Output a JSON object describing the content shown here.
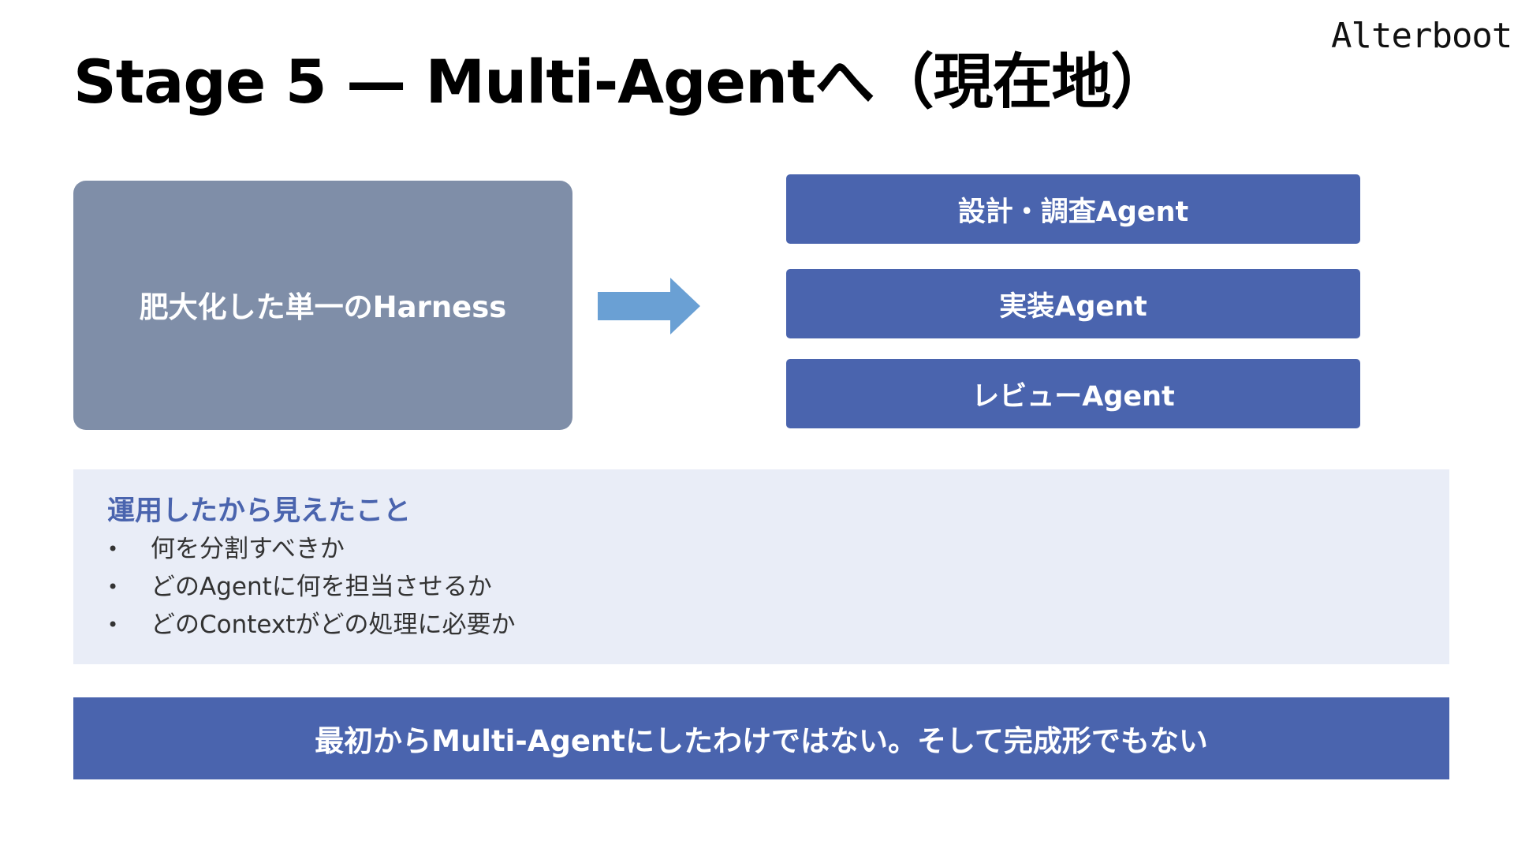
{
  "logo": {
    "text": "Alterbooth",
    "icon": "book-cloud-icon"
  },
  "title": "Stage 5 — Multi-Agentへ（現在地）",
  "left_box": {
    "label": "肥大化した単一のHarness"
  },
  "arrow": {
    "icon": "right-arrow-icon",
    "color": "#6aa0d4"
  },
  "agents": [
    {
      "label": "設計・調査Agent"
    },
    {
      "label": "実装Agent"
    },
    {
      "label": "レビューAgent"
    }
  ],
  "insights": {
    "heading": "運用したから見えたこと",
    "bullet_symbol": "•",
    "items": [
      "何を分割すべきか",
      "どのAgentに何を担当させるか",
      "どのContextがどの処理に必要か"
    ]
  },
  "conclusion": "最初からMulti-Agentにしたわけではない。そして完成形でもない",
  "colors": {
    "accent": "#4a64ae",
    "left_box": "#7f8ea8",
    "panel_bg": "#e9edf7",
    "arrow": "#6aa0d4"
  }
}
